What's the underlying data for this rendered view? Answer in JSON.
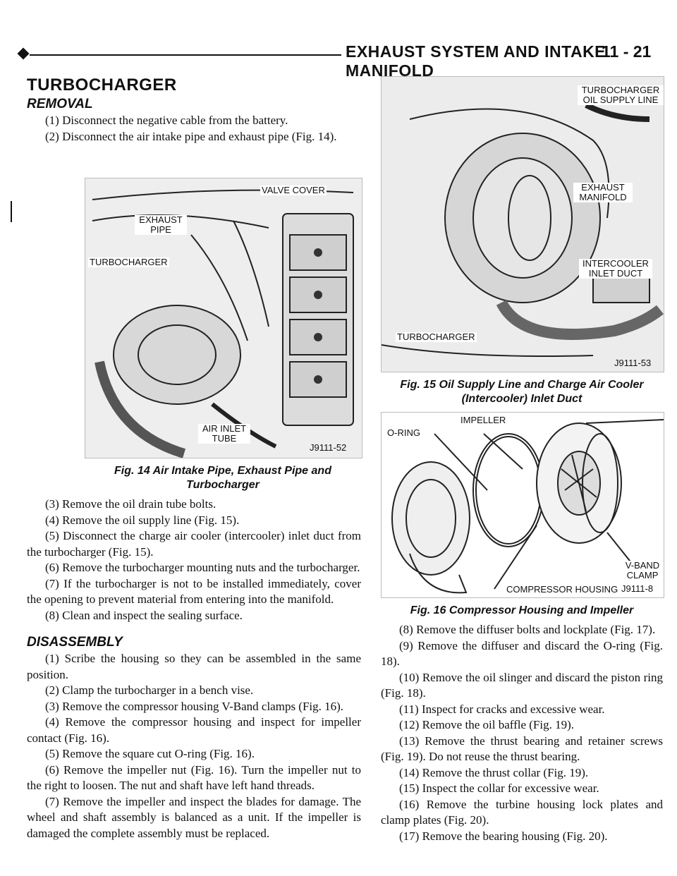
{
  "header": {
    "title": "EXHAUST SYSTEM AND INTAKE MANIFOLD",
    "page": "11 - 21"
  },
  "section_title": "TURBOCHARGER",
  "removal": {
    "heading": "REMOVAL",
    "steps_a": [
      "(1) Disconnect the negative cable from the battery.",
      "(2) Disconnect the air intake pipe and exhaust pipe (Fig. 14)."
    ],
    "steps_b": [
      "(3) Remove the oil drain tube bolts.",
      "(4) Remove the oil supply line (Fig. 15).",
      "(5) Disconnect the charge air cooler (intercooler) inlet duct from the turbocharger (Fig. 15).",
      "(6) Remove the turbocharger mounting nuts and the turbocharger.",
      "(7) If the turbocharger is not to be installed immediately, cover the opening to prevent material from entering into the manifold.",
      "(8) Clean and inspect the sealing surface."
    ]
  },
  "disassembly": {
    "heading": "DISASSEMBLY",
    "steps": [
      "(1) Scribe the housing so they can be assembled in the same position.",
      "(2) Clamp the turbocharger in a bench vise.",
      "(3) Remove the compressor housing V-Band clamps (Fig. 16).",
      "(4) Remove the compressor housing and inspect for impeller contact (Fig. 16).",
      "(5) Remove the square cut O-ring (Fig. 16).",
      "(6) Remove the impeller nut (Fig. 16). Turn the impeller nut to the right to loosen. The nut and shaft have left hand threads.",
      "(7) Remove the impeller and inspect the blades for damage. The wheel and shaft assembly is balanced as a unit. If the impeller is damaged the complete assembly must be replaced."
    ],
    "steps_right": [
      "(8) Remove the diffuser bolts and lockplate (Fig. 17).",
      "(9) Remove the diffuser and discard the O-ring (Fig. 18).",
      "(10) Remove the oil slinger and discard the piston ring (Fig. 18).",
      "(11) Inspect for cracks and excessive wear.",
      "(12) Remove the oil baffle (Fig. 19).",
      "(13) Remove the thrust bearing and retainer screws (Fig. 19). Do not reuse the thrust bearing.",
      "(14) Remove the thrust collar (Fig. 19).",
      "(15) Inspect the collar for excessive wear.",
      "(16) Remove the turbine housing lock plates and clamp plates (Fig. 20).",
      "(17) Remove the bearing housing (Fig. 20)."
    ]
  },
  "fig14": {
    "caption": "Fig. 14 Air Intake Pipe, Exhaust Pipe and Turbocharger",
    "labels": {
      "valve_cover": "VALVE COVER",
      "exhaust_pipe": "EXHAUST PIPE",
      "turbocharger": "TURBOCHARGER",
      "air_inlet_tube": "AIR INLET TUBE"
    },
    "code": "J9111-52"
  },
  "fig15": {
    "caption": "Fig. 15 Oil Supply Line and Charge Air Cooler (Intercooler) Inlet Duct",
    "labels": {
      "oil_supply": "TURBOCHARGER OIL SUPPLY LINE",
      "exhaust_manifold": "EXHAUST MANIFOLD",
      "intercooler": "INTERCOOLER INLET DUCT",
      "turbocharger": "TURBOCHARGER"
    },
    "code": "J9111-53"
  },
  "fig16": {
    "caption": "Fig. 16 Compressor Housing and Impeller",
    "labels": {
      "impeller": "IMPELLER",
      "oring": "O-RING",
      "vband": "V-BAND CLAMP",
      "housing": "COMPRESSOR HOUSING"
    },
    "code": "J9111-8"
  }
}
